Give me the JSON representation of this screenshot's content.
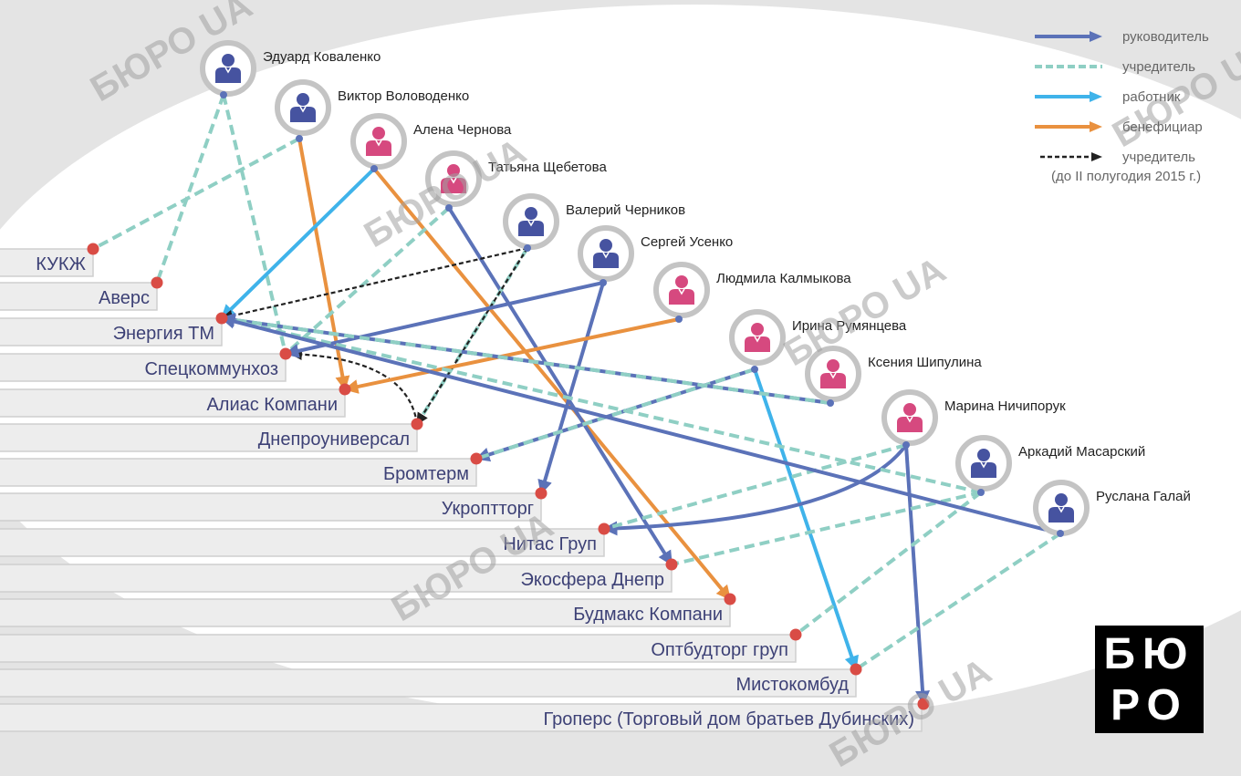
{
  "colors": {
    "manager": "#5b72b8",
    "founder": "#8fcfc4",
    "worker": "#3fb3ea",
    "beneficiary": "#e9913f",
    "former_founder": "#222222",
    "male": "#4653a0",
    "female": "#d6497f",
    "dot": "#d94c45"
  },
  "legend": {
    "items": [
      {
        "type": "manager",
        "label": "руководитель"
      },
      {
        "type": "founder",
        "label": "учредитель"
      },
      {
        "type": "worker",
        "label": "работник"
      },
      {
        "type": "beneficiary",
        "label": "бенефициар"
      },
      {
        "type": "former_founder",
        "label": "учредитель"
      }
    ],
    "note": "(до II полугодия 2015 г.)"
  },
  "logo": {
    "line1": "БЮ",
    "line2": "РО"
  },
  "watermark": "БЮРО UA",
  "people": [
    {
      "id": "p1",
      "name": "Эдуард Коваленко",
      "gender": "male"
    },
    {
      "id": "p2",
      "name": "Виктор Воловоденко",
      "gender": "male"
    },
    {
      "id": "p3",
      "name": "Алена Чернова",
      "gender": "female"
    },
    {
      "id": "p4",
      "name": "Татьяна Щебетова",
      "gender": "female"
    },
    {
      "id": "p5",
      "name": "Валерий Черников",
      "gender": "male"
    },
    {
      "id": "p6",
      "name": "Сергей Усенко",
      "gender": "male"
    },
    {
      "id": "p7",
      "name": "Людмила Калмыкова",
      "gender": "female"
    },
    {
      "id": "p8",
      "name": "Ирина Румянцева",
      "gender": "female"
    },
    {
      "id": "p9",
      "name": "Ксения Шипулина",
      "gender": "female"
    },
    {
      "id": "p10",
      "name": "Марина Ничипорук",
      "gender": "female"
    },
    {
      "id": "p11",
      "name": "Аркадий Масарский",
      "gender": "male"
    },
    {
      "id": "p12",
      "name": "Руслана Галай",
      "gender": "male"
    }
  ],
  "companies": [
    {
      "id": "c1",
      "name": "КУКЖ"
    },
    {
      "id": "c2",
      "name": "Аверс"
    },
    {
      "id": "c3",
      "name": "Энергия ТМ"
    },
    {
      "id": "c4",
      "name": "Спецкоммунхоз"
    },
    {
      "id": "c5",
      "name": "Алиас Компани"
    },
    {
      "id": "c6",
      "name": "Днепроуниверсал"
    },
    {
      "id": "c7",
      "name": "Бромтерм"
    },
    {
      "id": "c8",
      "name": "Укроптторг"
    },
    {
      "id": "c9",
      "name": "Нитас Груп"
    },
    {
      "id": "c10",
      "name": "Экосфера Днепр"
    },
    {
      "id": "c11",
      "name": "Будмакс Компани"
    },
    {
      "id": "c12",
      "name": "Оптбудторг груп"
    },
    {
      "id": "c13",
      "name": "Мистокомбуд"
    },
    {
      "id": "c14",
      "name": "Гроперс (Торговый дом братьев Дубинских)"
    }
  ],
  "relations": [
    {
      "from": "p1",
      "to": "c2",
      "type": "founder"
    },
    {
      "from": "p1",
      "to": "c4",
      "type": "founder"
    },
    {
      "from": "p2",
      "to": "c1",
      "type": "founder"
    },
    {
      "from": "p2",
      "to": "c5",
      "type": "beneficiary"
    },
    {
      "from": "p3",
      "to": "c3",
      "type": "worker"
    },
    {
      "from": "p3",
      "to": "c11",
      "type": "beneficiary"
    },
    {
      "from": "p4",
      "to": "c10",
      "type": "manager"
    },
    {
      "from": "p4",
      "to": "c4",
      "type": "founder"
    },
    {
      "from": "p5",
      "to": "c6",
      "type": "founder"
    },
    {
      "from": "p5",
      "to": "c3",
      "type": "former_founder"
    },
    {
      "from": "p5",
      "to": "c6",
      "type": "former_founder"
    },
    {
      "from": "c6",
      "to": "c4",
      "type": "former_founder"
    },
    {
      "from": "p6",
      "to": "c4",
      "type": "manager"
    },
    {
      "from": "p6",
      "to": "c8",
      "type": "manager"
    },
    {
      "from": "p7",
      "to": "c5",
      "type": "beneficiary"
    },
    {
      "from": "p8",
      "to": "c7",
      "type": "manager"
    },
    {
      "from": "p8",
      "to": "c7",
      "type": "founder"
    },
    {
      "from": "p8",
      "to": "c13",
      "type": "worker"
    },
    {
      "from": "p9",
      "to": "c3",
      "type": "manager"
    },
    {
      "from": "p9",
      "to": "c3",
      "type": "founder"
    },
    {
      "from": "p10",
      "to": "c9",
      "type": "manager"
    },
    {
      "from": "p10",
      "to": "c9",
      "type": "founder"
    },
    {
      "from": "p10",
      "to": "c14",
      "type": "manager"
    },
    {
      "from": "p11",
      "to": "c10",
      "type": "founder"
    },
    {
      "from": "p11",
      "to": "c12",
      "type": "founder"
    },
    {
      "from": "p11",
      "to": "c3",
      "type": "founder"
    },
    {
      "from": "p12",
      "to": "c3",
      "type": "manager"
    },
    {
      "from": "p12",
      "to": "c13",
      "type": "founder"
    }
  ]
}
